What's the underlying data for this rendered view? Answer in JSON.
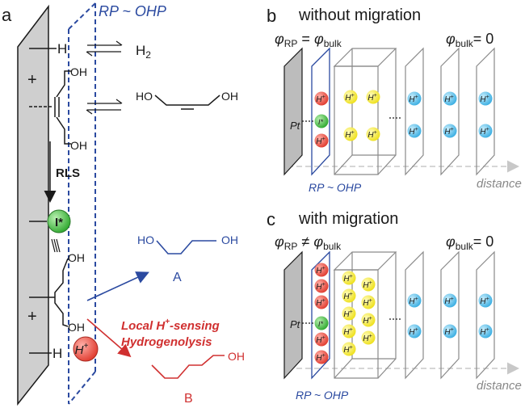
{
  "panels": {
    "a": {
      "label": "a",
      "plane_label": "RP ~ OHP",
      "h2": "H",
      "h2_sub": "2",
      "h_top": "H",
      "plus1": "+",
      "plus2": "+",
      "oh1": "OH",
      "oh2": "OH",
      "ho_butene": "HO",
      "oh_butene": "OH",
      "rls": "RLS",
      "intermediate": "I*",
      "oh3": "OH",
      "oh4": "OH",
      "h_bottom": "H",
      "hplus": "H",
      "hplus_sup": "+",
      "product_a_ho": "HO",
      "product_a_oh": "OH",
      "product_a": "A",
      "product_b_oh": "OH",
      "product_b": "B",
      "local_line1_a": "Local H",
      "local_line1_sup": "+",
      "local_line1_b": "-sensing",
      "local_line2": "Hydrogenolysis"
    },
    "b": {
      "label": "b",
      "title": "without migration",
      "phi_rp": "φ",
      "phi_rp_sub": "RP",
      "equals": " = ",
      "phi_bulk": "φ",
      "phi_bulk_sub": "bulk",
      "phi_bulk_right": "φ",
      "phi_bulk_right_sub": "bulk",
      "phi_bulk_right_val": "= 0",
      "pt": "Pt",
      "ion_h": "H",
      "ion_sup": "+",
      "ion_i": "I*",
      "rp": "RP ~ OHP",
      "distance": "distance"
    },
    "c": {
      "label": "c",
      "title": "with migration",
      "phi_rp": "φ",
      "phi_rp_sub": "RP",
      "neq": " ≠ ",
      "phi_bulk": "φ",
      "phi_bulk_sub": "bulk",
      "phi_bulk_right": "φ",
      "phi_bulk_right_sub": "bulk",
      "phi_bulk_right_val": "= 0",
      "pt": "Pt",
      "ion_h": "H",
      "ion_sup": "+",
      "ion_i": "I*",
      "rp": "RP ~ OHP",
      "distance": "distance"
    }
  },
  "colors": {
    "blue": "#2b4aa0",
    "red": "#d03030",
    "red_ball": "#e8483c",
    "green_ball": "#3cb43c",
    "yellow_ball": "#f2e81c",
    "cyan_ball": "#49b8e8",
    "grey_plane": "#c8c8c8",
    "dark": "#1a1a1a"
  }
}
